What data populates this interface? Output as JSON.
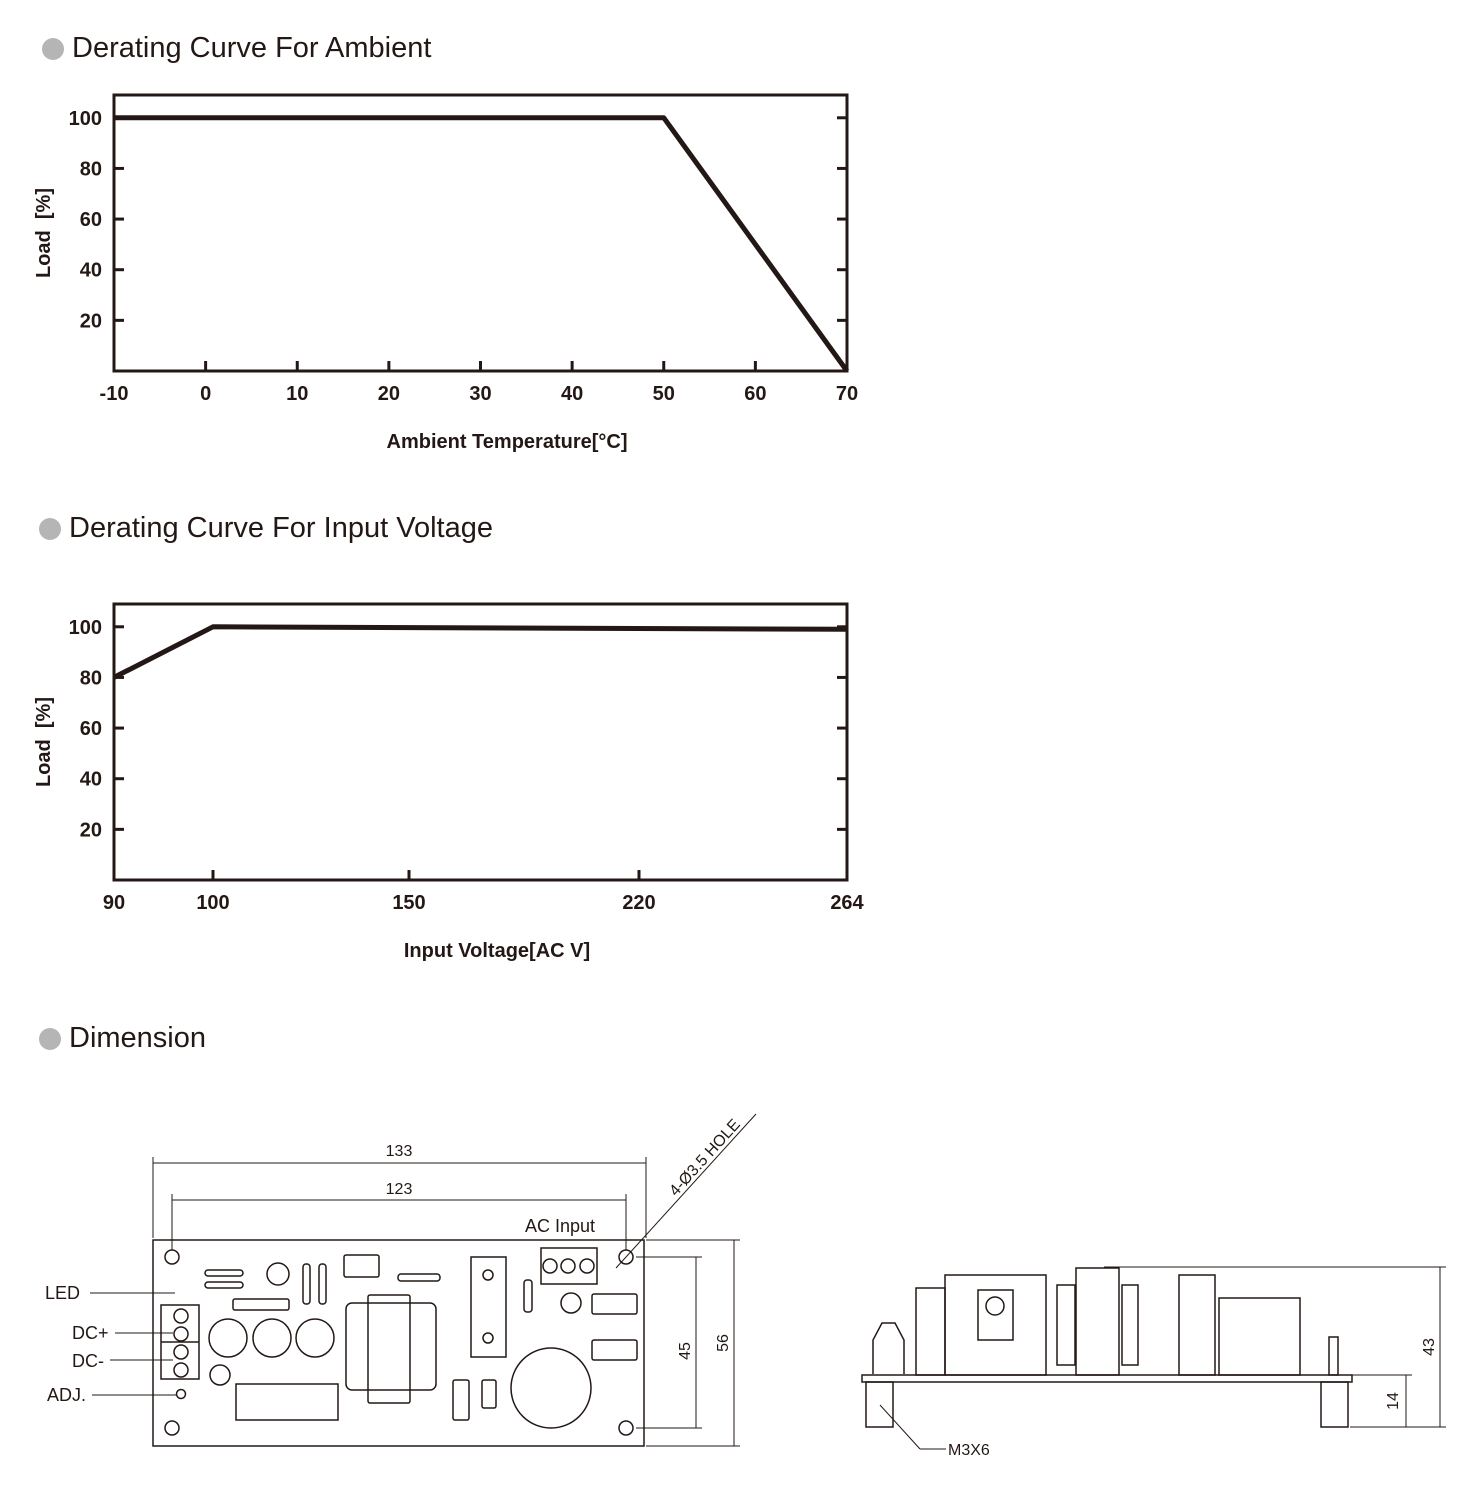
{
  "sections": {
    "ambient_title": "Derating Curve For Ambient",
    "voltage_title": "Derating Curve For Input Voltage",
    "dimension_title": "Dimension"
  },
  "chart_data": [
    {
      "type": "line",
      "title": "Derating Curve For Ambient",
      "xlabel": "Ambient Temperature[°C]",
      "ylabel": "Load  [%]",
      "x_ticks": [
        -10,
        0,
        10,
        20,
        30,
        40,
        50,
        60,
        70
      ],
      "y_ticks": [
        20,
        40,
        60,
        80,
        100
      ],
      "xlim": [
        -10,
        70
      ],
      "ylim": [
        0,
        109
      ],
      "grid": false,
      "series": [
        {
          "x": [
            -10,
            50,
            70
          ],
          "y": [
            100,
            100,
            0
          ]
        }
      ]
    },
    {
      "type": "line",
      "title": "Derating Curve For Input Voltage",
      "xlabel": "Input Voltage[AC V]",
      "ylabel": "Load  [%]",
      "x_ticks": [
        90,
        100,
        150,
        220,
        264
      ],
      "y_ticks": [
        20,
        40,
        60,
        80,
        100
      ],
      "xlim": [
        90,
        264
      ],
      "ylim": [
        0,
        109
      ],
      "grid": false,
      "series": [
        {
          "x": [
            90,
            100,
            264
          ],
          "y": [
            80,
            100,
            99
          ]
        }
      ]
    }
  ],
  "dimension": {
    "width_outer": "133",
    "width_holes": "123",
    "hole_note": "4-Ø3.5 HOLE",
    "ac_input": "AC Input",
    "led": "LED",
    "dc_plus": "DC+",
    "dc_minus": "DC-",
    "adj": "ADJ.",
    "height_holes": "45",
    "height_outer": "56",
    "total_height": "43",
    "standoff_height": "14",
    "screw": "M3X6"
  }
}
